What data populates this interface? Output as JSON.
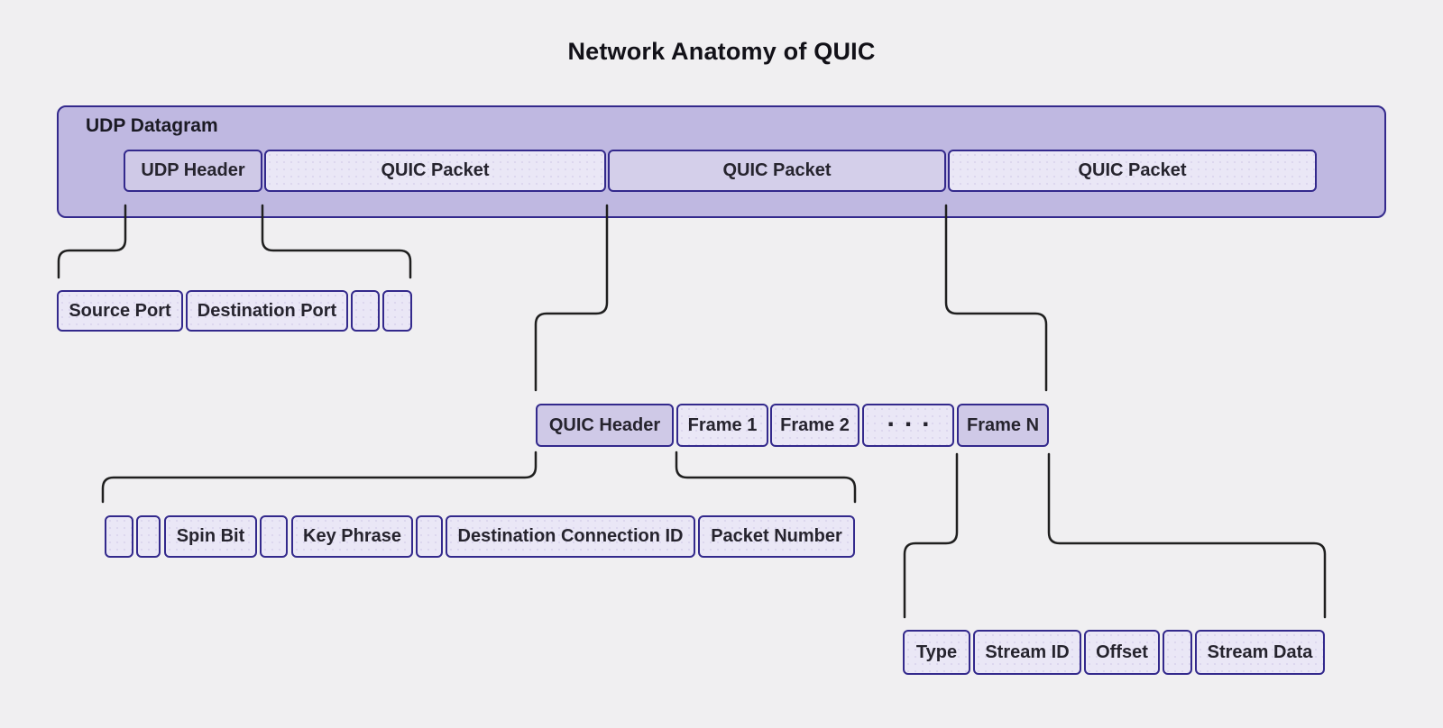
{
  "title": "Network Anatomy of QUIC",
  "datagram": {
    "label": "UDP Datagram",
    "segments": [
      {
        "label": "UDP Header"
      },
      {
        "label": "QUIC Packet"
      },
      {
        "label": "QUIC Packet"
      },
      {
        "label": "QUIC Packet"
      }
    ]
  },
  "udp_header_fields": {
    "cells": [
      {
        "label": "Source Port"
      },
      {
        "label": "Destination Port"
      },
      {
        "label": ""
      },
      {
        "label": ""
      }
    ]
  },
  "quic_packet_fields": {
    "cells": [
      {
        "label": "QUIC Header"
      },
      {
        "label": "Frame 1"
      },
      {
        "label": "Frame 2"
      },
      {
        "label": "..."
      },
      {
        "label": "Frame N"
      }
    ]
  },
  "quic_header_fields": {
    "cells": [
      {
        "label": ""
      },
      {
        "label": ""
      },
      {
        "label": "Spin Bit"
      },
      {
        "label": ""
      },
      {
        "label": "Key Phrase"
      },
      {
        "label": ""
      },
      {
        "label": "Destination Connection ID"
      },
      {
        "label": "Packet Number"
      }
    ]
  },
  "stream_frame_fields": {
    "cells": [
      {
        "label": "Type"
      },
      {
        "label": "Stream ID"
      },
      {
        "label": "Offset"
      },
      {
        "label": ""
      },
      {
        "label": "Stream Data"
      }
    ]
  },
  "colors": {
    "background": "#f0eff1",
    "container_fill": "#bfb8e1",
    "highlight_fill": "#cfc9e7",
    "packet_mid_fill": "#d4cfea",
    "light_fill": "#eae7f6",
    "box_border": "#33298c",
    "connector": "#1f1f1f"
  }
}
